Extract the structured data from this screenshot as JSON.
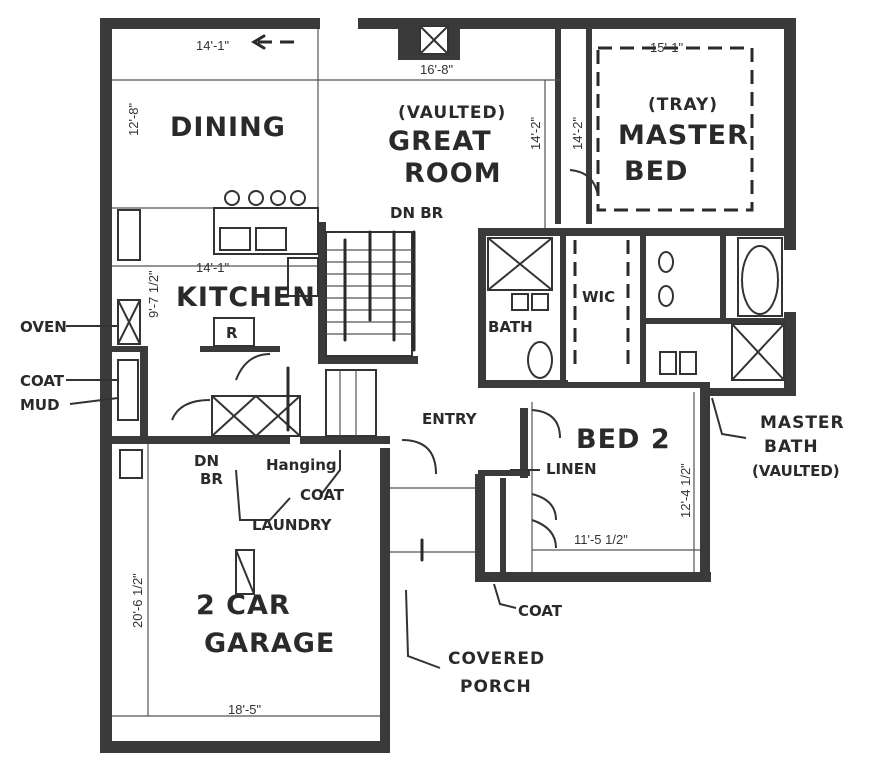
{
  "rooms": {
    "dining": "DINING",
    "great_room_sub": "(VAULTED)",
    "great_room_l1": "GREAT",
    "great_room_l2": "ROOM",
    "master_bed_sub": "(TRAY)",
    "master_bed_l1": "MASTER",
    "master_bed_l2": "BED",
    "kitchen": "KITCHEN",
    "bath": "BATH",
    "wic": "WIC",
    "entry": "ENTRY",
    "bed2": "BED 2",
    "garage_l1": "2 CAR",
    "garage_l2": "GARAGE"
  },
  "dimensions": {
    "dining_width": "14'-1\"",
    "dining_depth": "12'-8\"",
    "great_width": "16'-8\"",
    "great_depth": "14'-2\"",
    "master_width": "15'-1\"",
    "master_depth": "14'-2\"",
    "kitchen_width": "14'-1\"",
    "kitchen_depth": "9'-7 1/2\"",
    "bed2_width": "11'-5 1/2\"",
    "bed2_depth": "12'-4 1/2\"",
    "garage_depth": "20'-6 1/2\"",
    "garage_width": "18'-5\""
  },
  "notes": {
    "oven": "OVEN",
    "coat_left": "COAT",
    "mud": "MUD",
    "dn_br_top": "DN BR",
    "dn_br_bottom_l1": "DN",
    "dn_br_bottom_l2": "BR",
    "hanging": "Hanging",
    "coat_hanging": "COAT",
    "laundry": "LAUNDRY",
    "linen": "LINEN",
    "coat_bottom": "COAT",
    "covered_l1": "COVERED",
    "covered_l2": "PORCH",
    "master_bath_l1": "MASTER",
    "master_bath_l2": "BATH",
    "master_bath_l3": "(VAULTED)",
    "cabinet_r": "R"
  }
}
